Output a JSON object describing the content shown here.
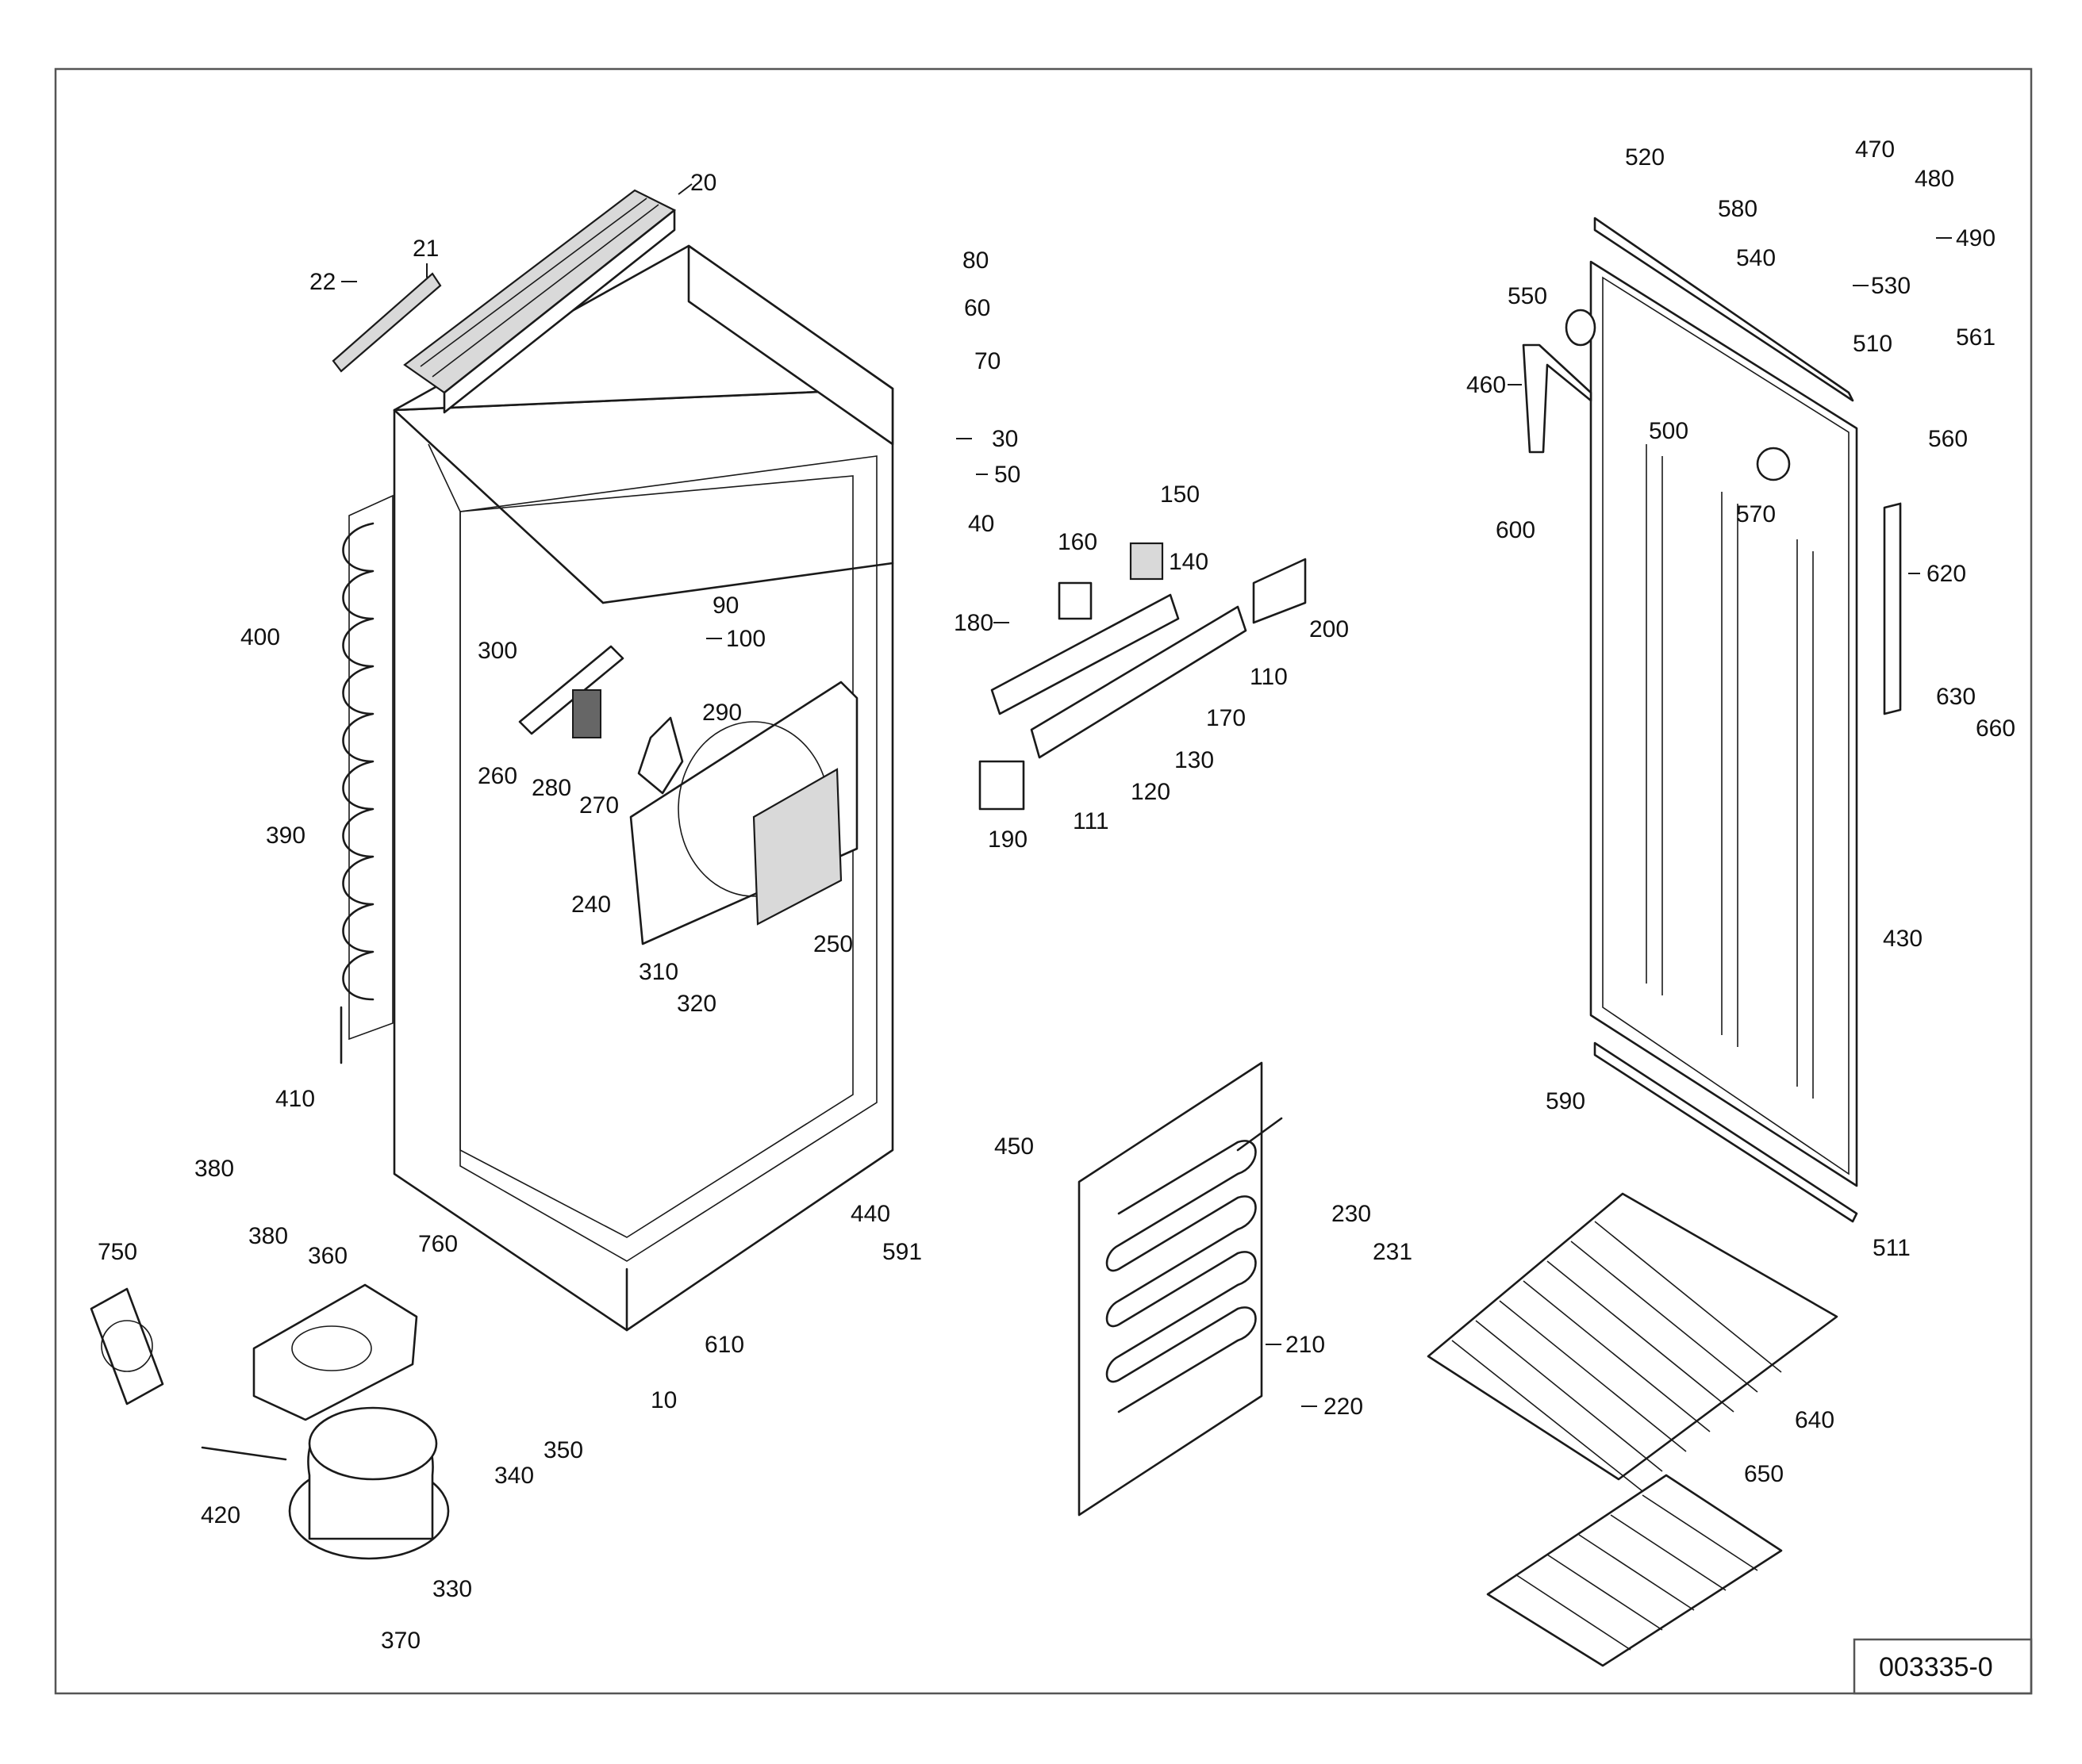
{
  "diagram": {
    "reference_number": "003335-0",
    "part_labels": [
      "10",
      "20",
      "21",
      "22",
      "30",
      "40",
      "50",
      "60",
      "70",
      "80",
      "90",
      "100",
      "110",
      "111",
      "120",
      "130",
      "140",
      "150",
      "160",
      "170",
      "180",
      "190",
      "200",
      "210",
      "220",
      "230",
      "231",
      "240",
      "250",
      "260",
      "270",
      "280",
      "290",
      "300",
      "310",
      "320",
      "330",
      "340",
      "350",
      "360",
      "370",
      "380",
      "380",
      "390",
      "400",
      "410",
      "420",
      "430",
      "440",
      "450",
      "460",
      "470",
      "480",
      "490",
      "500",
      "510",
      "511",
      "520",
      "530",
      "540",
      "550",
      "560",
      "561",
      "570",
      "580",
      "590",
      "591",
      "600",
      "610",
      "620",
      "630",
      "640",
      "650",
      "660",
      "750",
      "760"
    ]
  }
}
